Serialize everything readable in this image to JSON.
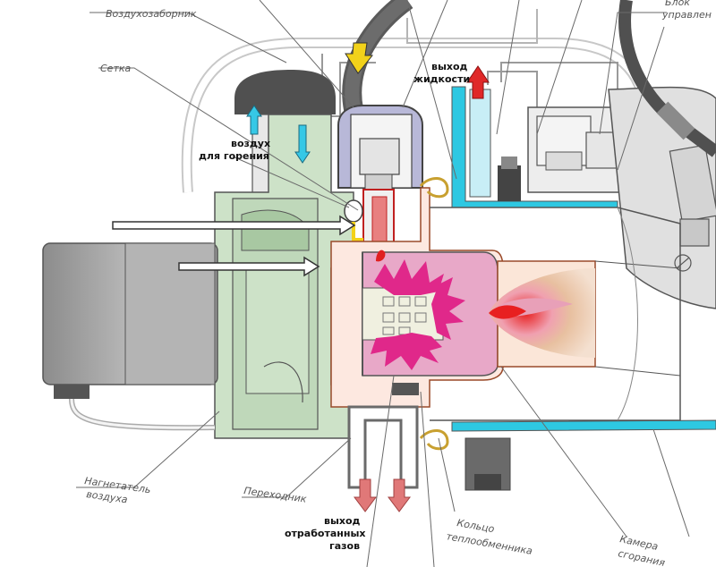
{
  "labels": {
    "air_intake": "Воздухозаборник",
    "control_block_1": "Блок",
    "control_block_2": "управлен",
    "mesh": "Сетка",
    "combustion_air_1": "воздух",
    "combustion_air_2": "для горения",
    "liquid_out_1": "выход",
    "liquid_out_2": "жидкости",
    "blower_1": "Нагнетатель",
    "blower_2": "воздуха",
    "adapter": "Переходник",
    "exhaust_1": "выход",
    "exhaust_2": "отработанных",
    "exhaust_3": "газов",
    "exchanger_ring_1": "Кольцо",
    "exchanger_ring_2": "теплообменника",
    "chamber_1": "Камера",
    "chamber_2": "сгорания"
  },
  "colors": {
    "outline": "#555555",
    "hose": "#5a5a5a",
    "motor": "#9a9a9a",
    "fan_housing": "#cde2c8",
    "coolant": "#2ec8e2",
    "chamber_pink": "#e8a8c8",
    "flame_magenta": "#e0288a",
    "flame_red": "#e02020",
    "arrow_cyan": "#36c8e6",
    "arrow_red": "#e02828",
    "arrow_yellow": "#f2d21a",
    "exhaust_arrow": "#e07878",
    "label_gray": "#555555"
  }
}
